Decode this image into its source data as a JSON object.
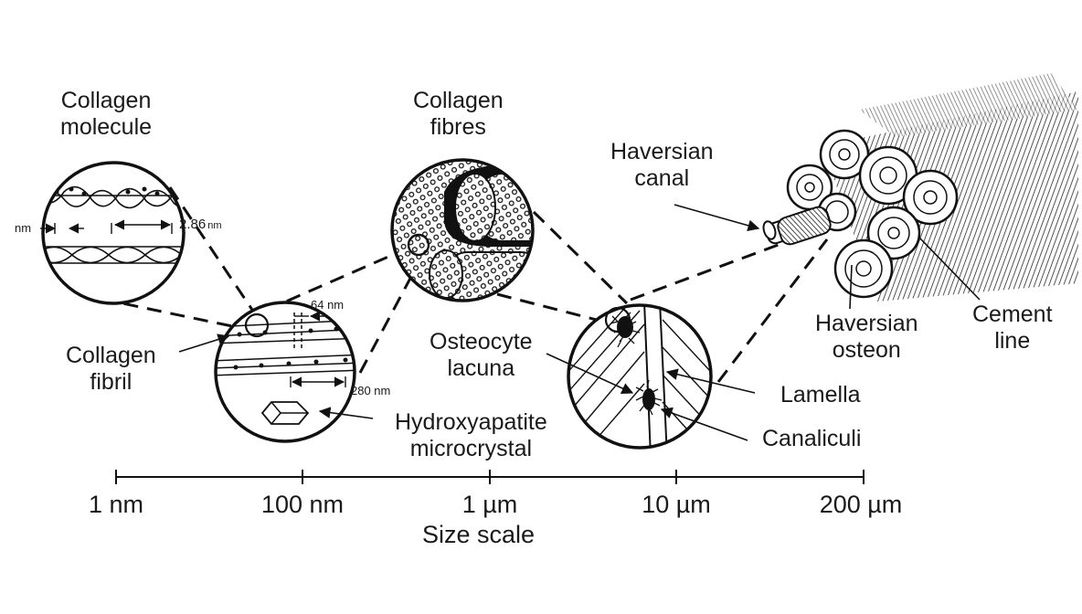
{
  "labels": {
    "collagen_molecule": [
      "Collagen",
      "molecule"
    ],
    "collagen_fibres": [
      "Collagen",
      "fibres"
    ],
    "haversian_canal": [
      "Haversian",
      "canal"
    ],
    "collagen_fibril": [
      "Collagen",
      "fibril"
    ],
    "osteocyte_lacuna": [
      "Osteocyte",
      "lacuna"
    ],
    "hydroxyapatite": [
      "Hydroxyapatite",
      "microcrystal"
    ],
    "lamella": "Lamella",
    "canaliculi": "Canaliculi",
    "haversian_osteon": [
      "Haversian",
      "osteon"
    ],
    "cement_line": [
      "Cement",
      "line"
    ]
  },
  "measurements": {
    "nm": "nm",
    "d286": "2.86",
    "d286_unit": "nm",
    "d64": "64 nm",
    "d280": "280 nm"
  },
  "scale": {
    "ticks": [
      "1 nm",
      "100 nm",
      "1 µm",
      "10 µm",
      "200 µm"
    ],
    "title": "Size scale"
  }
}
